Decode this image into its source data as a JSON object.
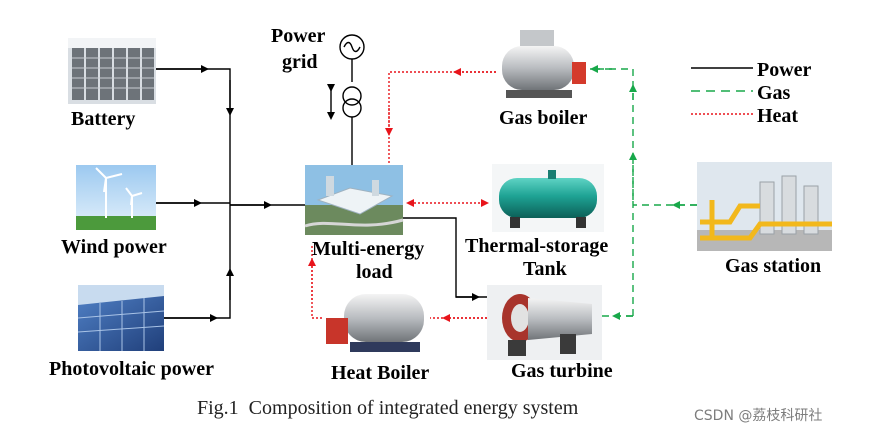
{
  "labels": {
    "battery": "Battery",
    "wind": "Wind power",
    "pv": "Photovoltaic power",
    "grid_line1": "Power",
    "grid_line2": "grid",
    "load_line1": "Multi-energy",
    "load_line2": "load",
    "gas_boiler": "Gas boiler",
    "thermal_line1": "Thermal-storage",
    "thermal_line2": "Tank",
    "heat_boiler": "Heat Boiler",
    "gas_turbine": "Gas turbine",
    "gas_station": "Gas station"
  },
  "legend": {
    "power": "Power",
    "gas": "Gas",
    "heat": "Heat"
  },
  "colors": {
    "power": "#000000",
    "gas": "#18a84a",
    "heat": "#e8141b"
  },
  "caption": "Fig.1  Composition of integrated energy system",
  "watermark": "CSDN @荔枝科研社"
}
